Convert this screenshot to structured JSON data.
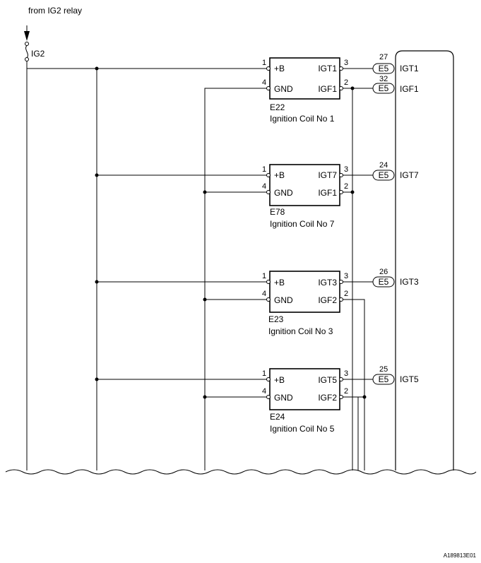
{
  "header": {
    "source_label": "from IG2 relay"
  },
  "fuse": {
    "label": "IG2"
  },
  "coils": [
    {
      "code": "E22",
      "name": "Ignition Coil No 1",
      "pins": {
        "b_num": "1",
        "gnd_num": "4",
        "igt_num": "3",
        "igf_num": "2",
        "b_label": "+B",
        "gnd_label": "GND",
        "igt_label": "IGT1",
        "igf_label": "IGF1"
      }
    },
    {
      "code": "E78",
      "name": "Ignition Coil No 7",
      "pins": {
        "b_num": "1",
        "gnd_num": "4",
        "igt_num": "3",
        "igf_num": "2",
        "b_label": "+B",
        "gnd_label": "GND",
        "igt_label": "IGT7",
        "igf_label": "IGF1"
      }
    },
    {
      "code": "E23",
      "name": "Ignition Coil No 3",
      "pins": {
        "b_num": "1",
        "gnd_num": "4",
        "igt_num": "3",
        "igf_num": "2",
        "b_label": "+B",
        "gnd_label": "GND",
        "igt_label": "IGT3",
        "igf_label": "IGF2"
      }
    },
    {
      "code": "E24",
      "name": "Ignition Coil No 5",
      "pins": {
        "b_num": "1",
        "gnd_num": "4",
        "igt_num": "3",
        "igf_num": "2",
        "b_label": "+B",
        "gnd_label": "GND",
        "igt_label": "IGT5",
        "igf_label": "IGF2"
      }
    }
  ],
  "ecu_connectors": [
    {
      "connector": "E5",
      "pin": "27",
      "signal": "IGT1"
    },
    {
      "connector": "E5",
      "pin": "32",
      "signal": "IGF1"
    },
    {
      "connector": "E5",
      "pin": "24",
      "signal": "IGT7"
    },
    {
      "connector": "E5",
      "pin": "26",
      "signal": "IGT3"
    },
    {
      "connector": "E5",
      "pin": "25",
      "signal": "IGT5"
    }
  ],
  "footer": {
    "figure_id": "A189813E01"
  }
}
